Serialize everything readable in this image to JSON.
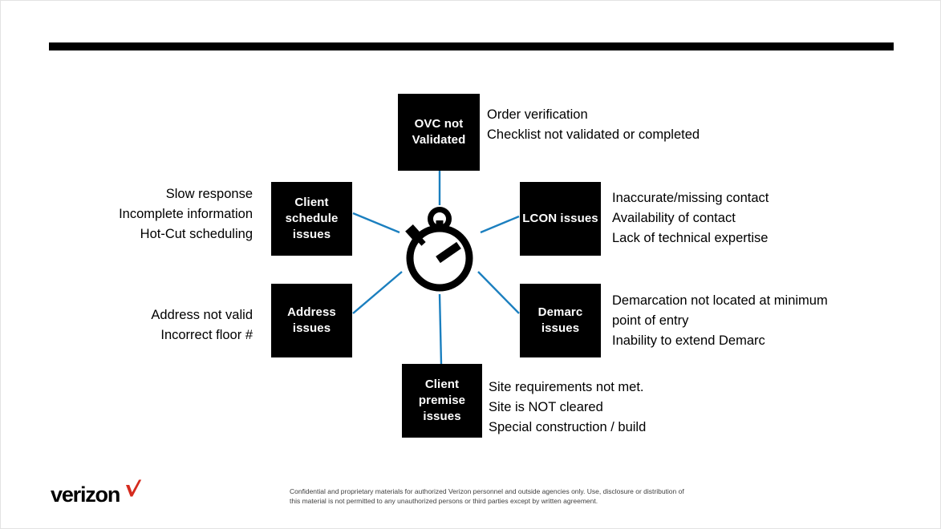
{
  "slide": {
    "background_color": "#ffffff",
    "top_rule_color": "#000000",
    "node_color": "#000000",
    "node_text_color": "#ffffff",
    "connector_color": "#1b7fbf",
    "accent_red": "#d52b1e"
  },
  "center": {
    "icon_name": "stopwatch-icon"
  },
  "nodes": {
    "ovc": {
      "label": "OVC not Validated"
    },
    "client_schedule": {
      "label": "Client schedule issues"
    },
    "lcon": {
      "label": "LCON issues"
    },
    "address": {
      "label": "Address issues"
    },
    "demarc": {
      "label": "Demarc issues"
    },
    "client_premise": {
      "label": "Client premise issues"
    }
  },
  "descriptions": {
    "ovc": [
      "Order verification",
      "Checklist not validated or completed"
    ],
    "lcon": [
      "Inaccurate/missing contact",
      "Availability of contact",
      "Lack of technical expertise"
    ],
    "demarc": [
      "Demarcation not located at minimum point of entry",
      "Inability to extend Demarc"
    ],
    "client_premise": [
      "Site requirements not met.",
      "Site is NOT cleared",
      "Special construction / build"
    ],
    "client_schedule": [
      "Slow response",
      "Incomplete information",
      "Hot-Cut scheduling"
    ],
    "address": [
      "Address not valid",
      "Incorrect floor #"
    ]
  },
  "footer": {
    "logo_text": "verizon",
    "logo_mark": "check-mark",
    "legal": "Confidential and proprietary materials for authorized Verizon personnel and outside agencies only. Use, disclosure or distribution of this material is not permitted to any unauthorized persons or third parties except by written agreement."
  }
}
